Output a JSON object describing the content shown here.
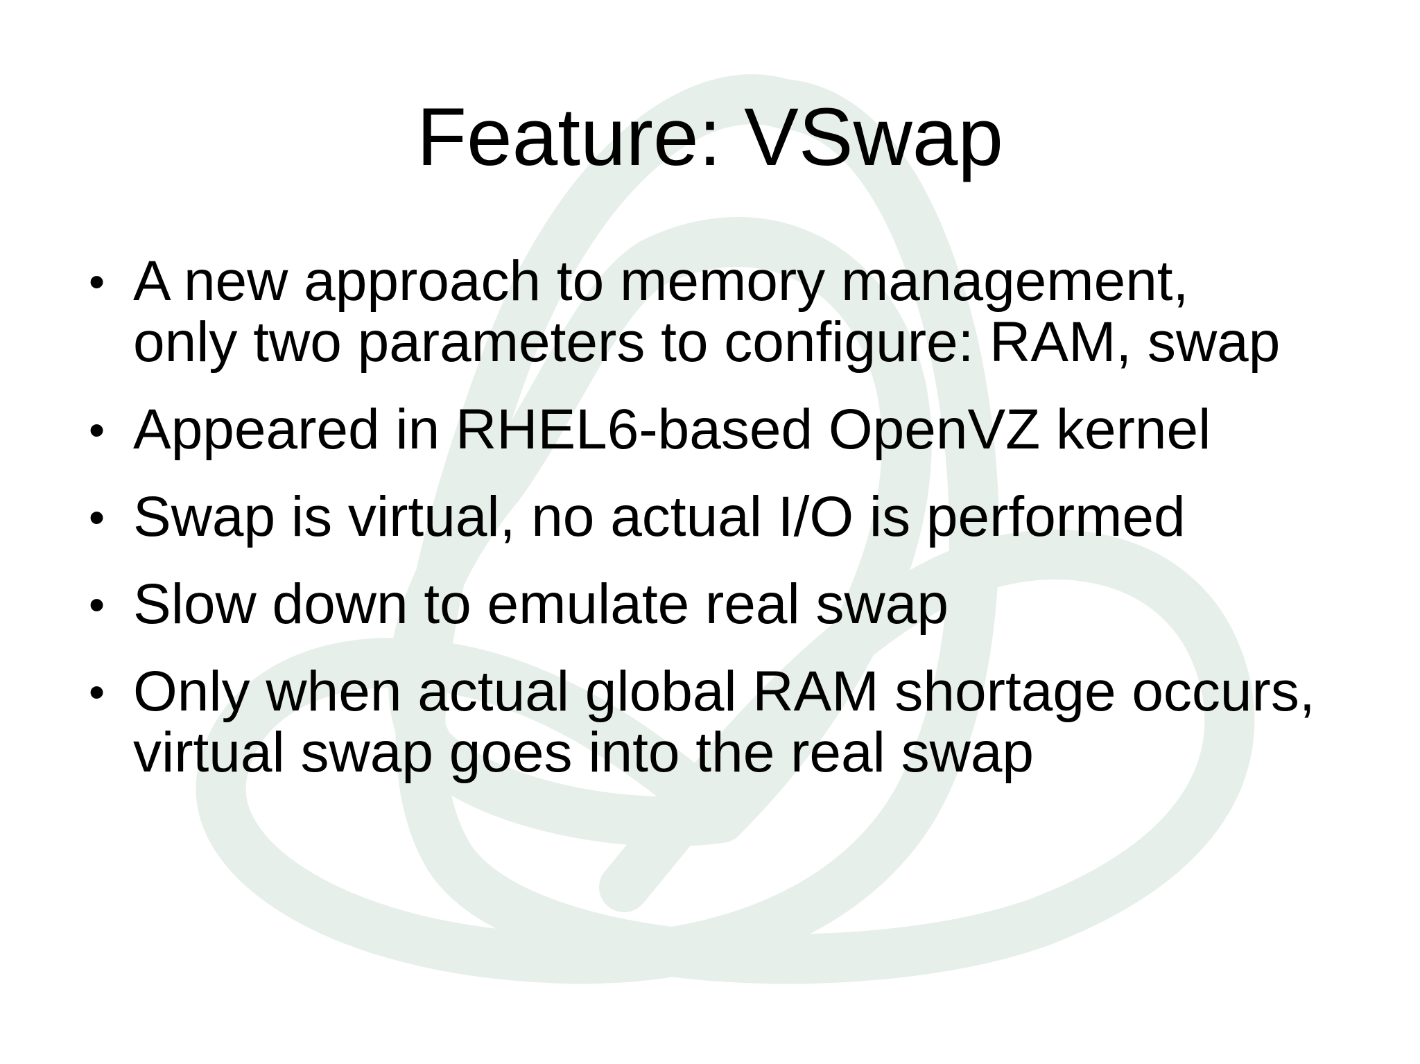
{
  "slide": {
    "title": "Feature: VSwap",
    "bullet_symbol": "•",
    "bullets": [
      {
        "line1": "A new approach to memory management,",
        "line2": "only two parameters to configure: RAM, swap"
      },
      {
        "line1": "Appeared in RHEL6-based OpenVZ kernel"
      },
      {
        "line1": "Swap is virtual, no actual I/O is performed"
      },
      {
        "line1": "Slow down to emulate real swap"
      },
      {
        "line1": "Only when actual global RAM shortage occurs,",
        "line2": "virtual swap goes into the real swap"
      }
    ]
  },
  "colors": {
    "background": "#ffffff",
    "text": "#000000",
    "watermark": "#e6efea"
  },
  "icons": {
    "watermark": "openvz-triquetra-logo-icon"
  }
}
